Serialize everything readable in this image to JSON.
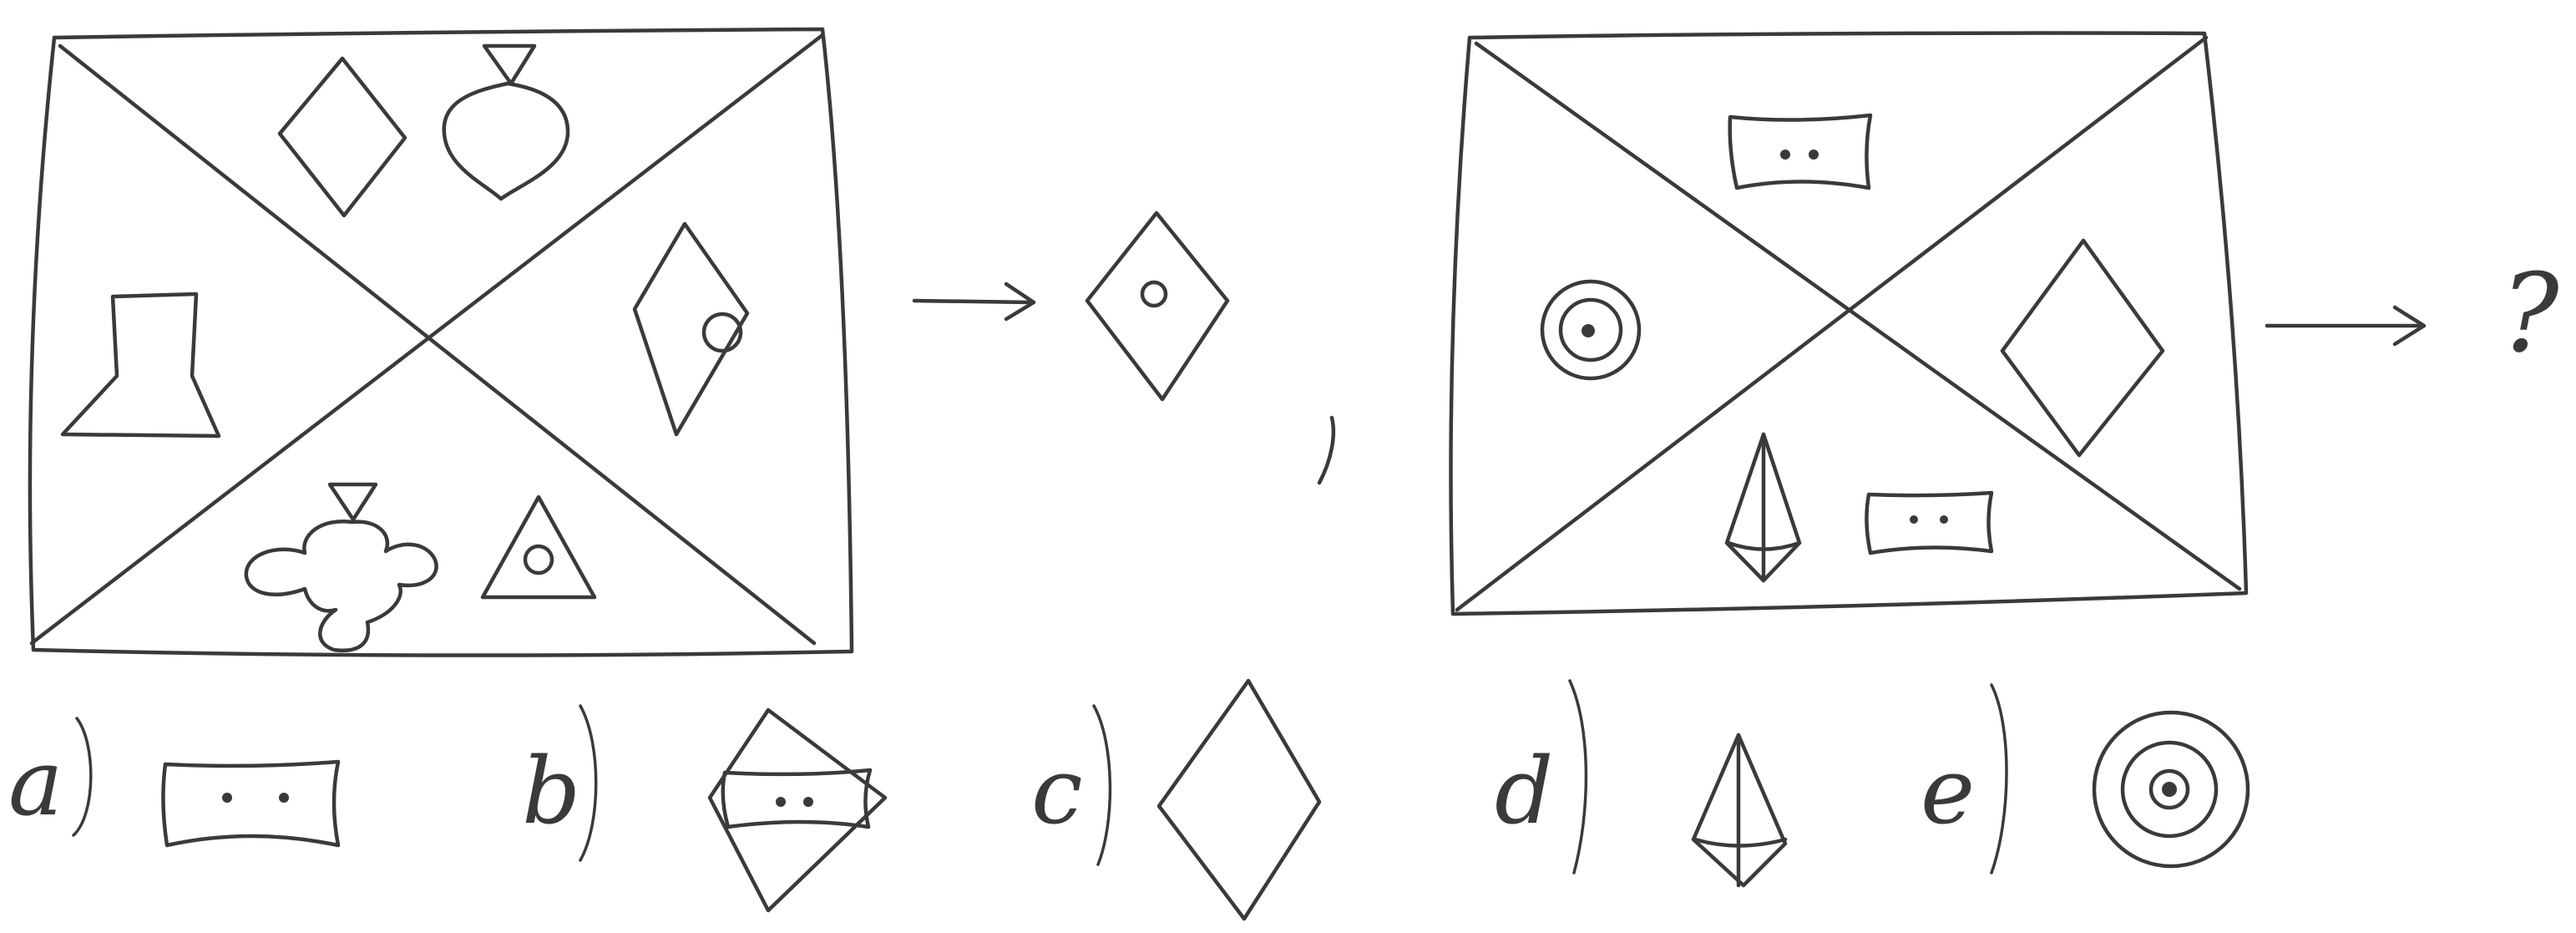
{
  "question_mark": "?",
  "options": [
    {
      "letter": "a",
      "shape": "rounded-box-icon"
    },
    {
      "letter": "b",
      "shape": "rhombus-with-box-icon"
    },
    {
      "letter": "c",
      "shape": "rhombus-icon"
    },
    {
      "letter": "d",
      "shape": "cone-icon"
    },
    {
      "letter": "e",
      "shape": "concentric-circles-icon"
    }
  ],
  "colors": {
    "ink": "#3a3a3a",
    "paper": "#ffffff"
  }
}
